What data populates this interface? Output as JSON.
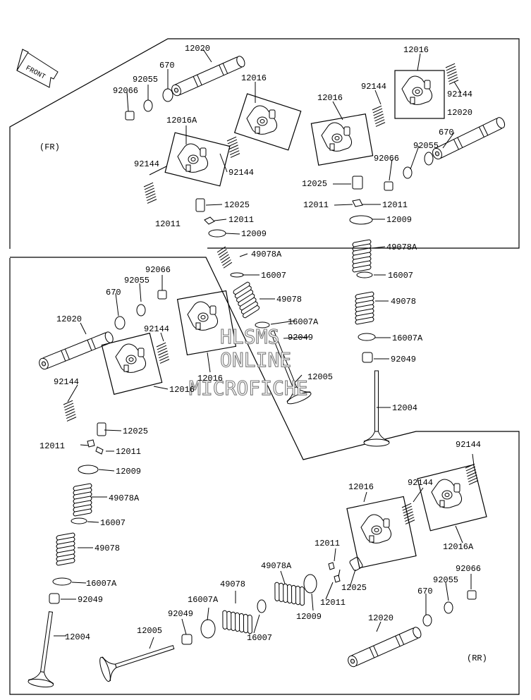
{
  "front_arrow_label": "FRONT",
  "sections": {
    "front": "(FR)",
    "rear": "(RR)"
  },
  "watermark": [
    "HLSMS",
    "ONLINE",
    "MICROFICHE"
  ],
  "callouts": [
    {
      "text": "12020"
    },
    {
      "text": "670"
    },
    {
      "text": "92055"
    },
    {
      "text": "92066"
    },
    {
      "text": "12016"
    },
    {
      "text": "12016A"
    },
    {
      "text": "92144"
    },
    {
      "text": "92144"
    },
    {
      "text": "12025"
    },
    {
      "text": "12011"
    },
    {
      "text": "12011"
    },
    {
      "text": "12009"
    },
    {
      "text": "49078A"
    },
    {
      "text": "16007"
    },
    {
      "text": "49078"
    },
    {
      "text": "16007A"
    },
    {
      "text": "92049"
    },
    {
      "text": "12005"
    },
    {
      "text": "12016"
    },
    {
      "text": "92144"
    },
    {
      "text": "92144"
    },
    {
      "text": "12016"
    },
    {
      "text": "12020"
    },
    {
      "text": "670"
    },
    {
      "text": "92055"
    },
    {
      "text": "92066"
    },
    {
      "text": "12025"
    },
    {
      "text": "12011"
    },
    {
      "text": "12011"
    },
    {
      "text": "12009"
    },
    {
      "text": "49078A"
    },
    {
      "text": "16007"
    },
    {
      "text": "49078"
    },
    {
      "text": "16007A"
    },
    {
      "text": "92049"
    },
    {
      "text": "12004"
    },
    {
      "text": "92066"
    },
    {
      "text": "92055"
    },
    {
      "text": "670"
    },
    {
      "text": "12020"
    },
    {
      "text": "92144"
    },
    {
      "text": "92144"
    },
    {
      "text": "12016"
    },
    {
      "text": "12016"
    },
    {
      "text": "12025"
    },
    {
      "text": "12011"
    },
    {
      "text": "12011"
    },
    {
      "text": "12009"
    },
    {
      "text": "49078A"
    },
    {
      "text": "16007"
    },
    {
      "text": "49078"
    },
    {
      "text": "16007A"
    },
    {
      "text": "92049"
    },
    {
      "text": "12004"
    },
    {
      "text": "92144"
    },
    {
      "text": "12016"
    },
    {
      "text": "92144"
    },
    {
      "text": "12016A"
    },
    {
      "text": "12011"
    },
    {
      "text": "12025"
    },
    {
      "text": "12011"
    },
    {
      "text": "49078A"
    },
    {
      "text": "12009"
    },
    {
      "text": "49078"
    },
    {
      "text": "16007A"
    },
    {
      "text": "16007"
    },
    {
      "text": "92049"
    },
    {
      "text": "12005"
    },
    {
      "text": "92066"
    },
    {
      "text": "92055"
    },
    {
      "text": "670"
    },
    {
      "text": "12020"
    }
  ]
}
